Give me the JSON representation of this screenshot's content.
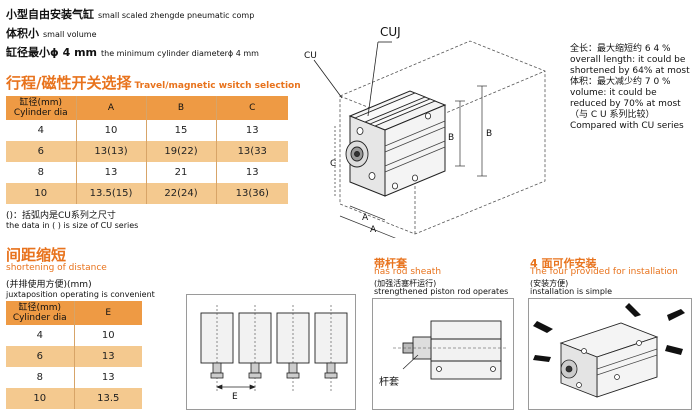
{
  "header": {
    "line1_cn": "小型自由安装气缸",
    "line1_en": "small scaled zhengde pneumatic comp",
    "line2_cn": "体积小",
    "line2_en": "small volume",
    "line3_cn": "缸径最小ϕ 4 mm",
    "line3_en": "the minimum cylinder diameterϕ 4 mm"
  },
  "stroke_section": {
    "title_cn": "行程/磁性开关选择",
    "title_en": "Travel/magnetic wsitch selection",
    "table": {
      "header_cn": "缸径(mm)",
      "header_en": "Cylinder dia",
      "columns": [
        "A",
        "B",
        "C"
      ],
      "rows": [
        [
          "4",
          "10",
          "15",
          "13"
        ],
        [
          "6",
          "13(13)",
          "19(22)",
          "13(33"
        ],
        [
          "8",
          "13",
          "21",
          "13"
        ],
        [
          "10",
          "13.5(15)",
          "22(24)",
          "13(36)"
        ]
      ]
    },
    "note_cn": "()：括弧内是CU系列之尺寸",
    "note_en": "the data in ( ) is size of CU series"
  },
  "spacing_section": {
    "title_cn": "间距缩短",
    "title_en": "shortening of distance",
    "sub_cn": "(并排使用方便)(mm)",
    "sub_en": "juxtaposition operating is convenient",
    "table": {
      "header_cn": "缸径(mm)",
      "header_en": "Cylinder dia",
      "column": "E",
      "rows": [
        [
          "4",
          "10"
        ],
        [
          "6",
          "13"
        ],
        [
          "8",
          "13"
        ],
        [
          "10",
          "13.5"
        ]
      ]
    }
  },
  "diagram_labels": {
    "cuj": "CUJ",
    "cu": "CU",
    "a": "A",
    "b": "B",
    "c": "C",
    "e": "E"
  },
  "right_text": {
    "l1": "全长：最大缩短约 6 4 %",
    "l2": "overall length: it could be",
    "l3": "shortened by 64% at most",
    "l4": "体积：最大减少约 7 0 %",
    "l5": "volume: it could be",
    "l6": "reduced by 70% at most",
    "l7": "（与 C U 系列比较）",
    "l8": "Compared with CU series"
  },
  "rod_sheath": {
    "title_cn": "带杆套",
    "title_en": "has rod sheath",
    "sub_cn": "(加强活塞杆运行)",
    "sub_en": "strengthened piston rod operates",
    "label_cn": "杆套"
  },
  "four_face": {
    "title_cn": "4 面可作安装",
    "title_en": "The four provided for installation",
    "sub_cn": "(安装方便)",
    "sub_en": "installation is simple"
  },
  "colors": {
    "accent": "#e8731d",
    "table_header": "#ee9a44",
    "table_stripe": "#f4c98f"
  }
}
